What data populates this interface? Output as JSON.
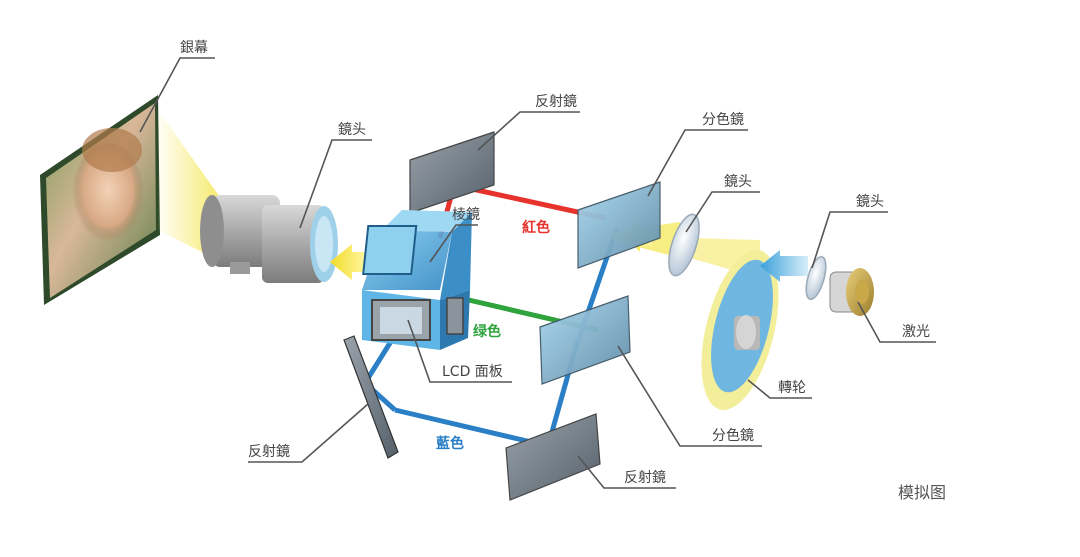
{
  "labels": {
    "screen": "銀幕",
    "lens_main": "鏡头",
    "reflector_top": "反射鏡",
    "dichroic_top": "分色鏡",
    "lens_mid": "鏡头",
    "lens_right": "鏡头",
    "prism": "棱鏡",
    "red": "紅色",
    "green": "绿色",
    "laser": "激光",
    "wheel": "轉轮",
    "lcd": "LCD 面板",
    "reflector_left": "反射鏡",
    "blue": "藍色",
    "dichroic_bottom": "分色鏡",
    "reflector_bottom": "反射鏡",
    "caption": "模拟图"
  },
  "colors": {
    "red_beam": "#e8322c",
    "green_beam": "#2fa33c",
    "blue_beam": "#2a7fc6",
    "yellow_beam": "#f4e85a",
    "cube": "#5bb6e8",
    "wheel_rim": "#f3ee9a",
    "wheel_disc": "#6fb7e0"
  }
}
